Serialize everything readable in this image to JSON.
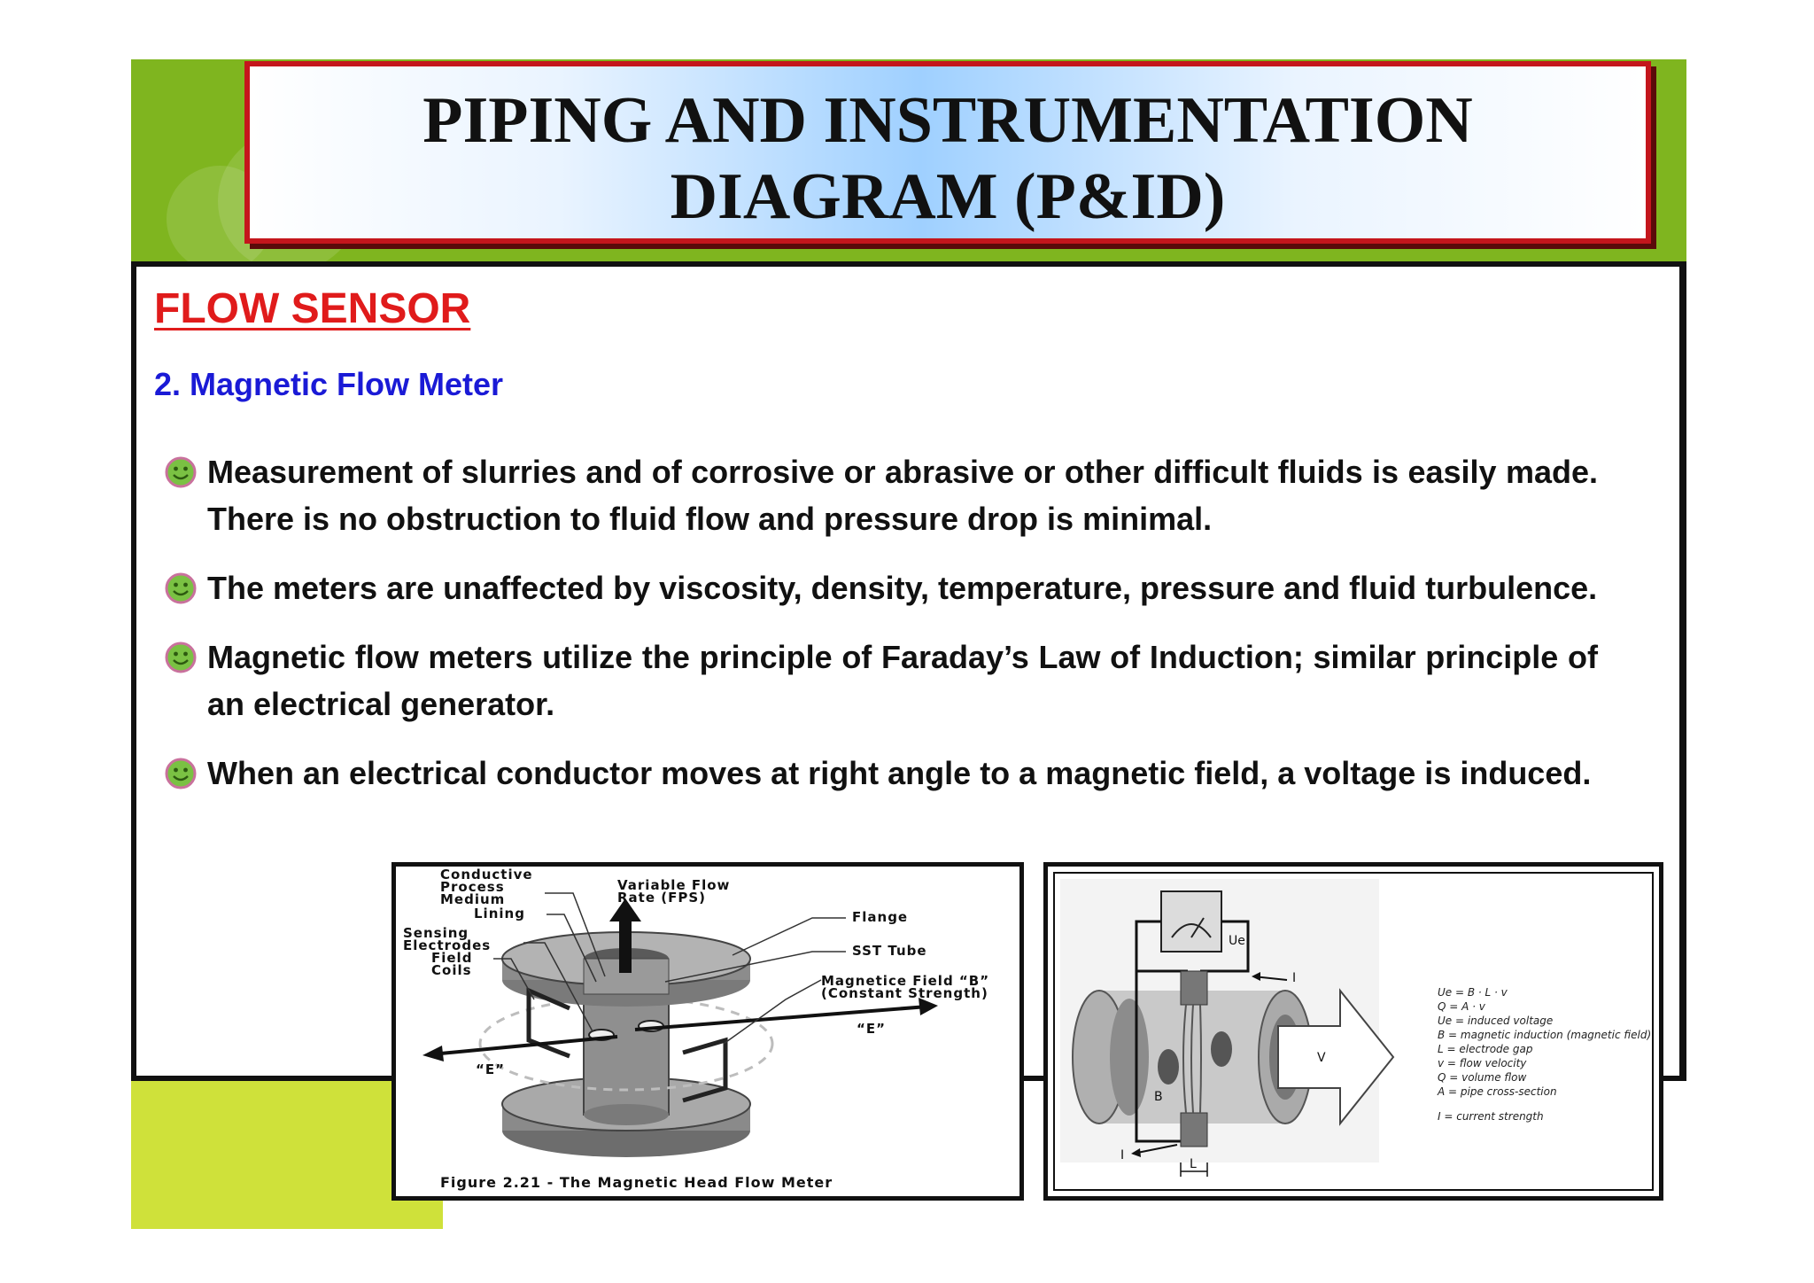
{
  "title": {
    "line1": "PIPING AND INSTRUMENTATION",
    "line2": "DIAGRAM (P&ID)"
  },
  "section_title": "FLOW SENSOR",
  "subtitle": "2. Magnetic Flow Meter",
  "bullets": [
    "Measurement of slurries and of corrosive or abrasive or other difficult fluids is easily made. There is no obstruction to fluid flow and pressure drop is minimal.",
    "The meters are unaffected by viscosity, density, temperature, pressure and fluid turbulence.",
    "Magnetic flow meters utilize the principle of Faraday’s Law of Induction; similar principle of an electrical generator.",
    "When an electrical conductor moves at right angle to a magnetic field, a voltage is induced."
  ],
  "figure1": {
    "caption": "Figure 2.21 - The Magnetic Head Flow Meter",
    "labels": {
      "conductive_1": "Conductive",
      "conductive_2": "Process",
      "conductive_3": "Medium",
      "variable_1": "Variable Flow",
      "variable_2": "Rate (FPS)",
      "lining": "Lining",
      "flange": "Flange",
      "sensing_1": "Sensing",
      "sensing_2": "Electrodes",
      "field_1": "Field",
      "field_2": "Coils",
      "sst": "SST Tube",
      "magnetic_1": "Magnetice Field “B”",
      "magnetic_2": "(Constant Strength)",
      "e_left": "“E”",
      "e_right": "“E”"
    }
  },
  "figure2": {
    "labels": {
      "ue": "Ue",
      "i_top": "I",
      "i_bottom": "I",
      "b": "B",
      "v": "V",
      "l": "L"
    },
    "legend": [
      "Ue = B · L · v",
      "Q = A · v",
      "Ue = induced voltage",
      "B = magnetic induction (magnetic field)",
      "L = electrode gap",
      "v = flow velocity",
      "Q = volume flow",
      "A = pipe cross-section",
      "I = current strength"
    ]
  },
  "colors": {
    "header_green": "#7fb51f",
    "footer_lime": "#cfe13a",
    "title_border": "#c4161c",
    "section_red": "#e01b1b",
    "subtitle_blue": "#1a1ad6",
    "bullet_icon": "#7ac143"
  },
  "icons": {
    "bullet": "smiley-icon"
  }
}
